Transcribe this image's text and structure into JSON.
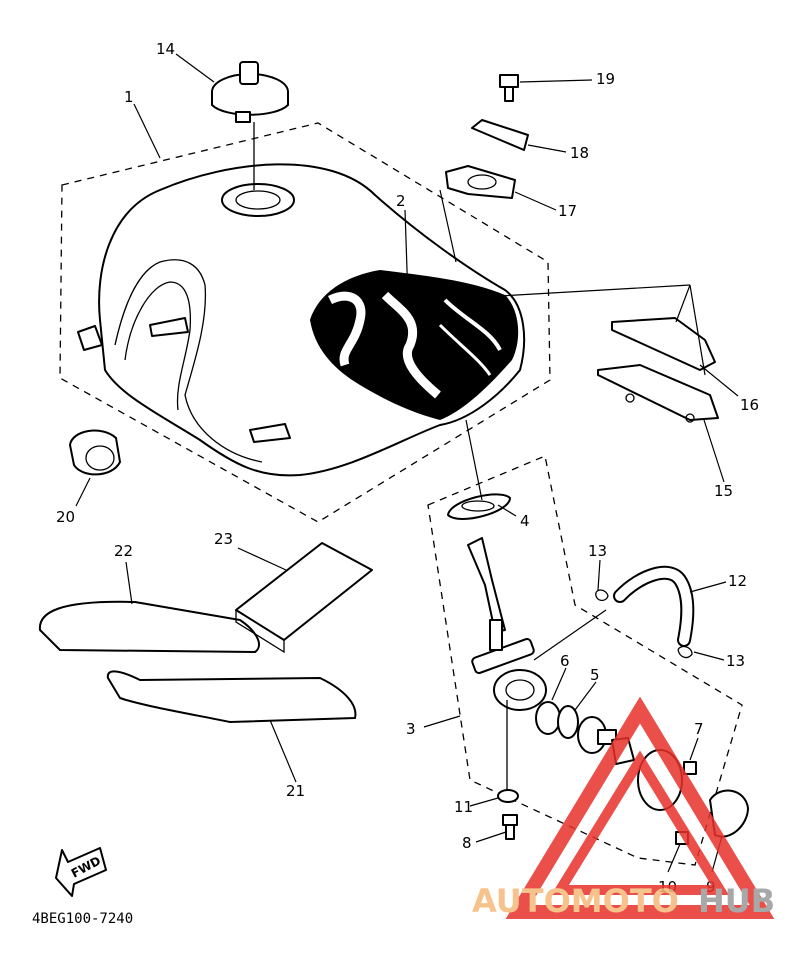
{
  "part_labels": [
    "1",
    "2",
    "3",
    "4",
    "5",
    "6",
    "7",
    "8",
    "9",
    "10",
    "11",
    "12",
    "13",
    "13",
    "14",
    "15",
    "16",
    "17",
    "18",
    "19",
    "20",
    "21",
    "22",
    "23"
  ],
  "forward_label": "FWD",
  "diagram_code": "4BEG100-7240",
  "watermark": {
    "brand_a": "AUTOMOTO",
    "brand_b": "HUB",
    "color_a": "#f6b97a",
    "color_b": "#9a9a9a",
    "triangle_color": "#e8312a"
  }
}
